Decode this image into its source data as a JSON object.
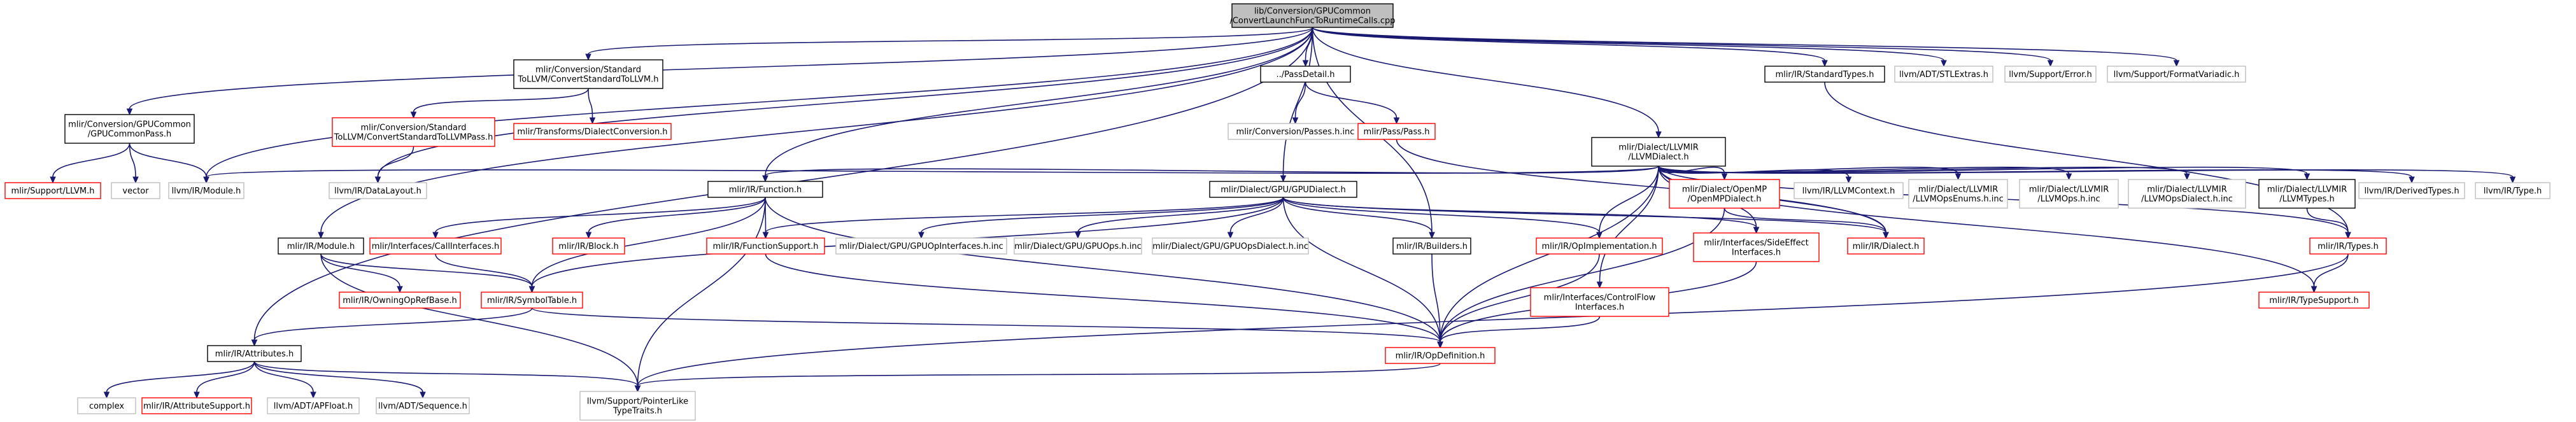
{
  "colors": {
    "edge": "#191970",
    "root_fill": "#bfbfbf",
    "root_border": "#000000",
    "documented_border": "#000000",
    "undocumented_border": "#ff0000",
    "external_border": "#bfbfbf",
    "node_fill": "#ffffff",
    "text": "#000000"
  },
  "nodes": [
    {
      "id": "root",
      "kind": "root",
      "lines": [
        "lib/Conversion/GPUCommon",
        "/ConvertLaunchFuncToRuntimeCalls.cpp"
      ]
    },
    {
      "id": "gpucommonpass",
      "kind": "documented",
      "lines": [
        "mlir/Conversion/GPUCommon",
        "/GPUCommonPass.h"
      ]
    },
    {
      "id": "convertstd",
      "kind": "documented",
      "lines": [
        "mlir/Conversion/Standard",
        "ToLLVM/ConvertStandardToLLVM.h"
      ]
    },
    {
      "id": "passdetail",
      "kind": "documented",
      "lines": [
        "../PassDetail.h"
      ]
    },
    {
      "id": "standardtypes",
      "kind": "documented",
      "lines": [
        "mlir/IR/StandardTypes.h"
      ]
    },
    {
      "id": "stlextras",
      "kind": "external",
      "lines": [
        "llvm/ADT/STLExtras.h"
      ]
    },
    {
      "id": "error",
      "kind": "external",
      "lines": [
        "llvm/Support/Error.h"
      ]
    },
    {
      "id": "formatvariadic",
      "kind": "external",
      "lines": [
        "llvm/Support/FormatVariadic.h"
      ]
    },
    {
      "id": "convertstdpass",
      "kind": "undocumented",
      "lines": [
        "mlir/Conversion/Standard",
        "ToLLVM/ConvertStandardToLLVMPass.h"
      ]
    },
    {
      "id": "dialectconversion",
      "kind": "undocumented",
      "lines": [
        "mlir/Transforms/DialectConversion.h"
      ]
    },
    {
      "id": "passesinc",
      "kind": "external",
      "lines": [
        "mlir/Conversion/Passes.h.inc"
      ]
    },
    {
      "id": "pass",
      "kind": "undocumented",
      "lines": [
        "mlir/Pass/Pass.h"
      ]
    },
    {
      "id": "llvmdialect",
      "kind": "documented",
      "lines": [
        "mlir/Dialect/LLVMIR",
        "/LLVMDialect.h"
      ]
    },
    {
      "id": "supportllvm",
      "kind": "undocumented",
      "lines": [
        "mlir/Support/LLVM.h"
      ]
    },
    {
      "id": "vector",
      "kind": "external",
      "lines": [
        "vector"
      ]
    },
    {
      "id": "llvmmodule",
      "kind": "external",
      "lines": [
        "llvm/IR/Module.h"
      ]
    },
    {
      "id": "datalayout",
      "kind": "external",
      "lines": [
        "llvm/IR/DataLayout.h"
      ]
    },
    {
      "id": "function",
      "kind": "documented",
      "lines": [
        "mlir/IR/Function.h"
      ]
    },
    {
      "id": "gpudialect",
      "kind": "documented",
      "lines": [
        "mlir/Dialect/GPU/GPUDialect.h"
      ]
    },
    {
      "id": "openmpdialect",
      "kind": "undocumented",
      "lines": [
        "mlir/Dialect/OpenMP",
        "/OpenMPDialect.h"
      ]
    },
    {
      "id": "llvmcontext",
      "kind": "external",
      "lines": [
        "llvm/IR/LLVMContext.h"
      ]
    },
    {
      "id": "llvmopsenums",
      "kind": "external",
      "lines": [
        "mlir/Dialect/LLVMIR",
        "/LLVMOpsEnums.h.inc"
      ]
    },
    {
      "id": "llvmopsinc",
      "kind": "external",
      "lines": [
        "mlir/Dialect/LLVMIR",
        "/LLVMOps.h.inc"
      ]
    },
    {
      "id": "llvmopsdialect",
      "kind": "external",
      "lines": [
        "mlir/Dialect/LLVMIR",
        "/LLVMOpsDialect.h.inc"
      ]
    },
    {
      "id": "llvmtypes",
      "kind": "documented",
      "lines": [
        "mlir/Dialect/LLVMIR",
        "/LLVMTypes.h"
      ]
    },
    {
      "id": "derivedtypes",
      "kind": "external",
      "lines": [
        "llvm/IR/DerivedTypes.h"
      ]
    },
    {
      "id": "llvmtype",
      "kind": "external",
      "lines": [
        "llvm/IR/Type.h"
      ]
    },
    {
      "id": "mlirmodule",
      "kind": "documented",
      "lines": [
        "mlir/IR/Module.h"
      ]
    },
    {
      "id": "callinterfaces",
      "kind": "undocumented",
      "lines": [
        "mlir/Interfaces/CallInterfaces.h"
      ]
    },
    {
      "id": "block",
      "kind": "undocumented",
      "lines": [
        "mlir/IR/Block.h"
      ]
    },
    {
      "id": "functionsupport",
      "kind": "undocumented",
      "lines": [
        "mlir/IR/FunctionSupport.h"
      ]
    },
    {
      "id": "gpuopinterfaces",
      "kind": "external",
      "lines": [
        "mlir/Dialect/GPU/GPUOpInterfaces.h.inc"
      ]
    },
    {
      "id": "gpuopsinc",
      "kind": "external",
      "lines": [
        "mlir/Dialect/GPU/GPUOps.h.inc"
      ]
    },
    {
      "id": "gpuopsdialect",
      "kind": "external",
      "lines": [
        "mlir/Dialect/GPU/GPUOpsDialect.h.inc"
      ]
    },
    {
      "id": "builders",
      "kind": "documented",
      "lines": [
        "mlir/IR/Builders.h"
      ]
    },
    {
      "id": "opimplementation",
      "kind": "undocumented",
      "lines": [
        "mlir/IR/OpImplementation.h"
      ]
    },
    {
      "id": "sideeffect",
      "kind": "undocumented",
      "lines": [
        "mlir/Interfaces/SideEffect",
        "Interfaces.h"
      ]
    },
    {
      "id": "dialect",
      "kind": "undocumented",
      "lines": [
        "mlir/IR/Dialect.h"
      ]
    },
    {
      "id": "mlirtypes",
      "kind": "undocumented",
      "lines": [
        "mlir/IR/Types.h"
      ]
    },
    {
      "id": "owningopref",
      "kind": "undocumented",
      "lines": [
        "mlir/IR/OwningOpRefBase.h"
      ]
    },
    {
      "id": "symboltable",
      "kind": "undocumented",
      "lines": [
        "mlir/IR/SymbolTable.h"
      ]
    },
    {
      "id": "controlflow",
      "kind": "undocumented",
      "lines": [
        "mlir/Interfaces/ControlFlow",
        "Interfaces.h"
      ]
    },
    {
      "id": "typesupport",
      "kind": "undocumented",
      "lines": [
        "mlir/IR/TypeSupport.h"
      ]
    },
    {
      "id": "attributes",
      "kind": "documented",
      "lines": [
        "mlir/IR/Attributes.h"
      ]
    },
    {
      "id": "opdefinition",
      "kind": "undocumented",
      "lines": [
        "mlir/IR/OpDefinition.h"
      ]
    },
    {
      "id": "complex",
      "kind": "external",
      "lines": [
        "complex"
      ]
    },
    {
      "id": "attributesupport",
      "kind": "undocumented",
      "lines": [
        "mlir/IR/AttributeSupport.h"
      ]
    },
    {
      "id": "apfloat",
      "kind": "external",
      "lines": [
        "llvm/ADT/APFloat.h"
      ]
    },
    {
      "id": "sequence",
      "kind": "external",
      "lines": [
        "llvm/ADT/Sequence.h"
      ]
    },
    {
      "id": "pointerlike",
      "kind": "external",
      "lines": [
        "llvm/Support/PointerLike",
        "TypeTraits.h"
      ]
    }
  ],
  "edges": [
    [
      "root",
      "gpucommonpass"
    ],
    [
      "root",
      "convertstd"
    ],
    [
      "root",
      "passdetail"
    ],
    [
      "root",
      "standardtypes"
    ],
    [
      "root",
      "stlextras"
    ],
    [
      "root",
      "error"
    ],
    [
      "root",
      "formatvariadic"
    ],
    [
      "root",
      "llvmdialect"
    ],
    [
      "root",
      "gpudialect"
    ],
    [
      "root",
      "function"
    ],
    [
      "root",
      "mlirmodule"
    ],
    [
      "root",
      "builders"
    ],
    [
      "root",
      "attributes"
    ],
    [
      "root",
      "llvmmodule"
    ],
    [
      "root",
      "datalayout"
    ],
    [
      "gpucommonpass",
      "supportllvm"
    ],
    [
      "gpucommonpass",
      "vector"
    ],
    [
      "gpucommonpass",
      "llvmmodule"
    ],
    [
      "convertstd",
      "convertstdpass"
    ],
    [
      "convertstd",
      "dialectconversion"
    ],
    [
      "convertstdpass",
      "datalayout"
    ],
    [
      "passdetail",
      "passesinc"
    ],
    [
      "passdetail",
      "pass"
    ],
    [
      "pass",
      "dialect"
    ],
    [
      "llvmdialect",
      "function"
    ],
    [
      "llvmdialect",
      "openmpdialect"
    ],
    [
      "llvmdialect",
      "llvmcontext"
    ],
    [
      "llvmdialect",
      "llvmopsenums"
    ],
    [
      "llvmdialect",
      "llvmopsinc"
    ],
    [
      "llvmdialect",
      "llvmopsdialect"
    ],
    [
      "llvmdialect",
      "llvmtypes"
    ],
    [
      "llvmdialect",
      "derivedtypes"
    ],
    [
      "llvmdialect",
      "llvmtype"
    ],
    [
      "llvmdialect",
      "llvmmodule"
    ],
    [
      "llvmdialect",
      "opimplementation"
    ],
    [
      "llvmdialect",
      "sideeffect"
    ],
    [
      "llvmdialect",
      "controlflow"
    ],
    [
      "llvmdialect",
      "dialect"
    ],
    [
      "llvmdialect",
      "mlirtypes"
    ],
    [
      "llvmdialect",
      "typesupport"
    ],
    [
      "llvmdialect",
      "opdefinition"
    ],
    [
      "standardtypes",
      "mlirtypes"
    ],
    [
      "openmpdialect",
      "dialect"
    ],
    [
      "openmpdialect",
      "opdefinition"
    ],
    [
      "llvmtypes",
      "mlirtypes"
    ],
    [
      "mlirtypes",
      "typesupport"
    ],
    [
      "mlirtypes",
      "pointerlike"
    ],
    [
      "function",
      "callinterfaces"
    ],
    [
      "function",
      "block"
    ],
    [
      "function",
      "functionsupport"
    ],
    [
      "function",
      "symboltable"
    ],
    [
      "function",
      "opdefinition"
    ],
    [
      "function",
      "pointerlike"
    ],
    [
      "gpudialect",
      "functionsupport"
    ],
    [
      "gpudialect",
      "gpuopinterfaces"
    ],
    [
      "gpudialect",
      "gpuopsinc"
    ],
    [
      "gpudialect",
      "gpuopsdialect"
    ],
    [
      "gpudialect",
      "builders"
    ],
    [
      "gpudialect",
      "opimplementation"
    ],
    [
      "gpudialect",
      "sideeffect"
    ],
    [
      "gpudialect",
      "dialect"
    ],
    [
      "gpudialect",
      "symboltable"
    ],
    [
      "gpudialect",
      "opdefinition"
    ],
    [
      "mlirmodule",
      "owningopref"
    ],
    [
      "mlirmodule",
      "symboltable"
    ],
    [
      "mlirmodule",
      "pointerlike"
    ],
    [
      "callinterfaces",
      "symboltable"
    ],
    [
      "functionsupport",
      "opdefinition"
    ],
    [
      "builders",
      "opdefinition"
    ],
    [
      "opimplementation",
      "opdefinition"
    ],
    [
      "sideeffect",
      "opdefinition"
    ],
    [
      "controlflow",
      "opdefinition"
    ],
    [
      "symboltable",
      "attributes"
    ],
    [
      "symboltable",
      "opdefinition"
    ],
    [
      "attributes",
      "complex"
    ],
    [
      "attributes",
      "attributesupport"
    ],
    [
      "attributes",
      "apfloat"
    ],
    [
      "attributes",
      "sequence"
    ],
    [
      "attributes",
      "pointerlike"
    ],
    [
      "opdefinition",
      "pointerlike"
    ]
  ]
}
